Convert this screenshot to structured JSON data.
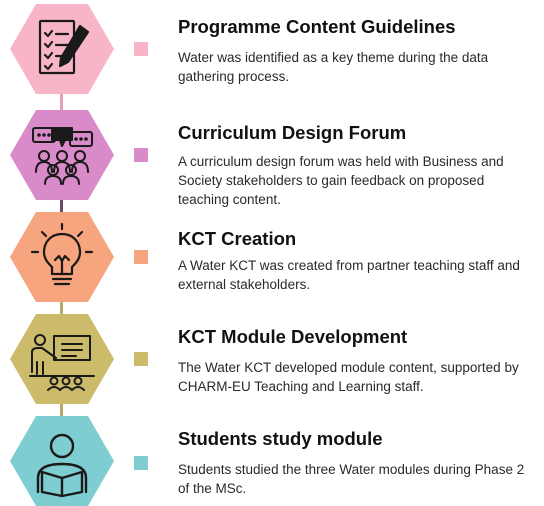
{
  "colors": {
    "connector": "#6b4b63",
    "icon_stroke": "#1a1a1a",
    "pink": "#f8b5c7",
    "purple": "#d98bc9",
    "orange": "#f6a57f",
    "olive": "#cdbb6c",
    "teal": "#7ecdd0"
  },
  "steps": [
    {
      "title": "Programme Content Guidelines",
      "description": "Water was identified as a key theme during the data gathering process.",
      "color": "#f8b5c7",
      "icon": "document-checklist-pen-icon"
    },
    {
      "title": "Curriculum Design Forum",
      "description": "A curriculum design forum was held with Business and Society stakeholders to gain feedback on proposed teaching content.",
      "color": "#d98bc9",
      "icon": "group-discussion-icon"
    },
    {
      "title": "KCT Creation",
      "description": "A Water KCT was created from partner teaching staff and external stakeholders.",
      "color": "#f6a57f",
      "icon": "lightbulb-idea-icon"
    },
    {
      "title": "KCT Module Development",
      "description": "The Water KCT developed module content, supported by CHARM-EU Teaching and Learning staff.",
      "color": "#cdbb6c",
      "icon": "teacher-presentation-icon"
    },
    {
      "title": "Students study module",
      "description": "Students studied the three Water modules during Phase 2 of the MSc.",
      "color": "#7ecdd0",
      "icon": "student-reading-icon"
    }
  ]
}
